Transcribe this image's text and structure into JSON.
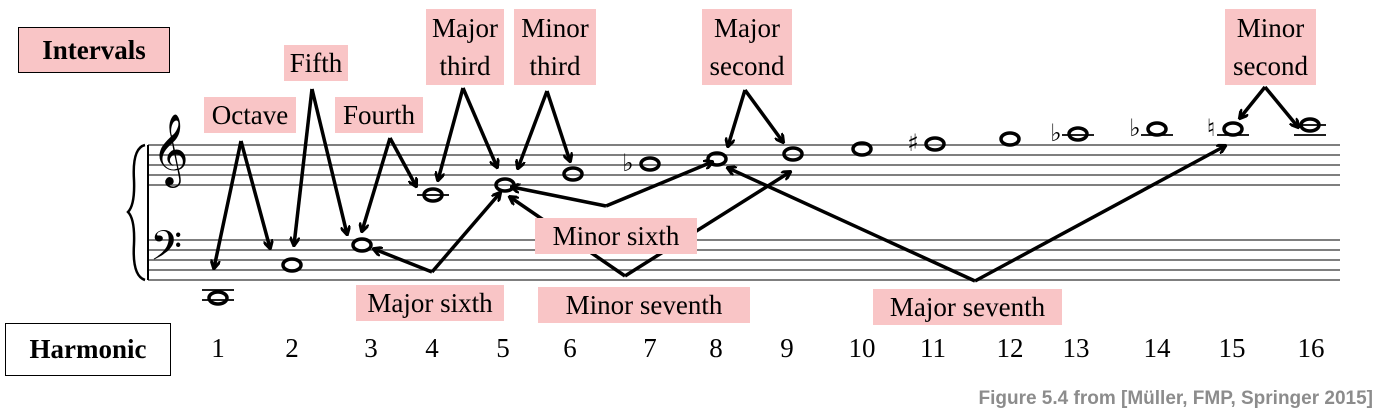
{
  "boxes": {
    "intervals": "Intervals",
    "harmonic": "Harmonic"
  },
  "intervals": {
    "octave": "Octave",
    "fifth": "Fifth",
    "fourth": "Fourth",
    "major_third": [
      "Major",
      "third"
    ],
    "minor_third": [
      "Minor",
      "third"
    ],
    "major_second": [
      "Major",
      "second"
    ],
    "minor_second": [
      "Minor",
      "second"
    ],
    "minor_sixth": "Minor sixth",
    "major_sixth": "Major sixth",
    "minor_seventh": "Minor seventh",
    "major_seventh": "Major seventh"
  },
  "harmonics": [
    "1",
    "2",
    "3",
    "4",
    "5",
    "6",
    "7",
    "8",
    "9",
    "10",
    "11",
    "12",
    "13",
    "14",
    "15",
    "16"
  ],
  "caption": "Figure 5.4 from [Müller, FMP, Springer 2015]",
  "colors": {
    "label_bg": "#f9c5c6",
    "caption": "#8c8c8c"
  }
}
